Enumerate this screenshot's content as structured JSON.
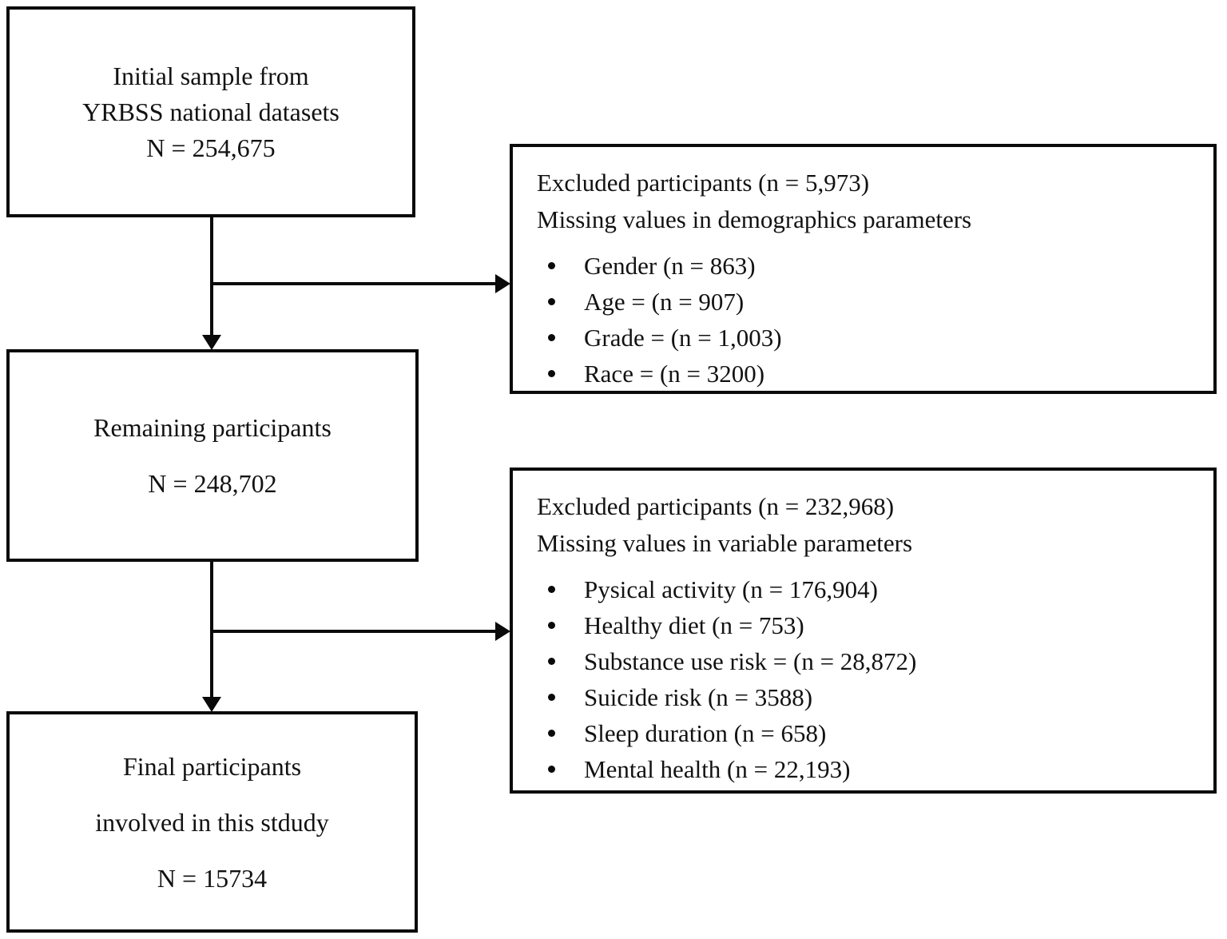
{
  "diagram": {
    "type": "participant-flow-chart",
    "colors": {
      "border": "#0a0a0a",
      "background": "#ffffff",
      "text": "#121212"
    },
    "boxes": {
      "initial": {
        "lines": [
          "Initial sample from",
          "YRBSS national datasets",
          "N = 254,675"
        ]
      },
      "excluded_demographics": {
        "title_lines": [
          "Excluded participants (n = 5,973)",
          "Missing values in demographics parameters"
        ],
        "bullets": [
          "Gender (n = 863)",
          "Age = (n = 907)",
          "Grade = (n = 1,003)",
          "Race = (n = 3200)"
        ]
      },
      "remaining": {
        "lines": [
          "Remaining participants",
          "N = 248,702"
        ]
      },
      "excluded_variables": {
        "title_lines": [
          "Excluded participants (n = 232,968)",
          "Missing values in variable parameters"
        ],
        "bullets": [
          "Pysical activity (n = 176,904)",
          "Healthy diet (n = 753)",
          "Substance use risk = (n = 28,872)",
          "Suicide risk (n = 3588)",
          "Sleep duration (n = 658)",
          "Mental health (n = 22,193)"
        ]
      },
      "final": {
        "lines": [
          "Final participants",
          "involved in this stdudy",
          "N = 15734"
        ]
      }
    }
  }
}
